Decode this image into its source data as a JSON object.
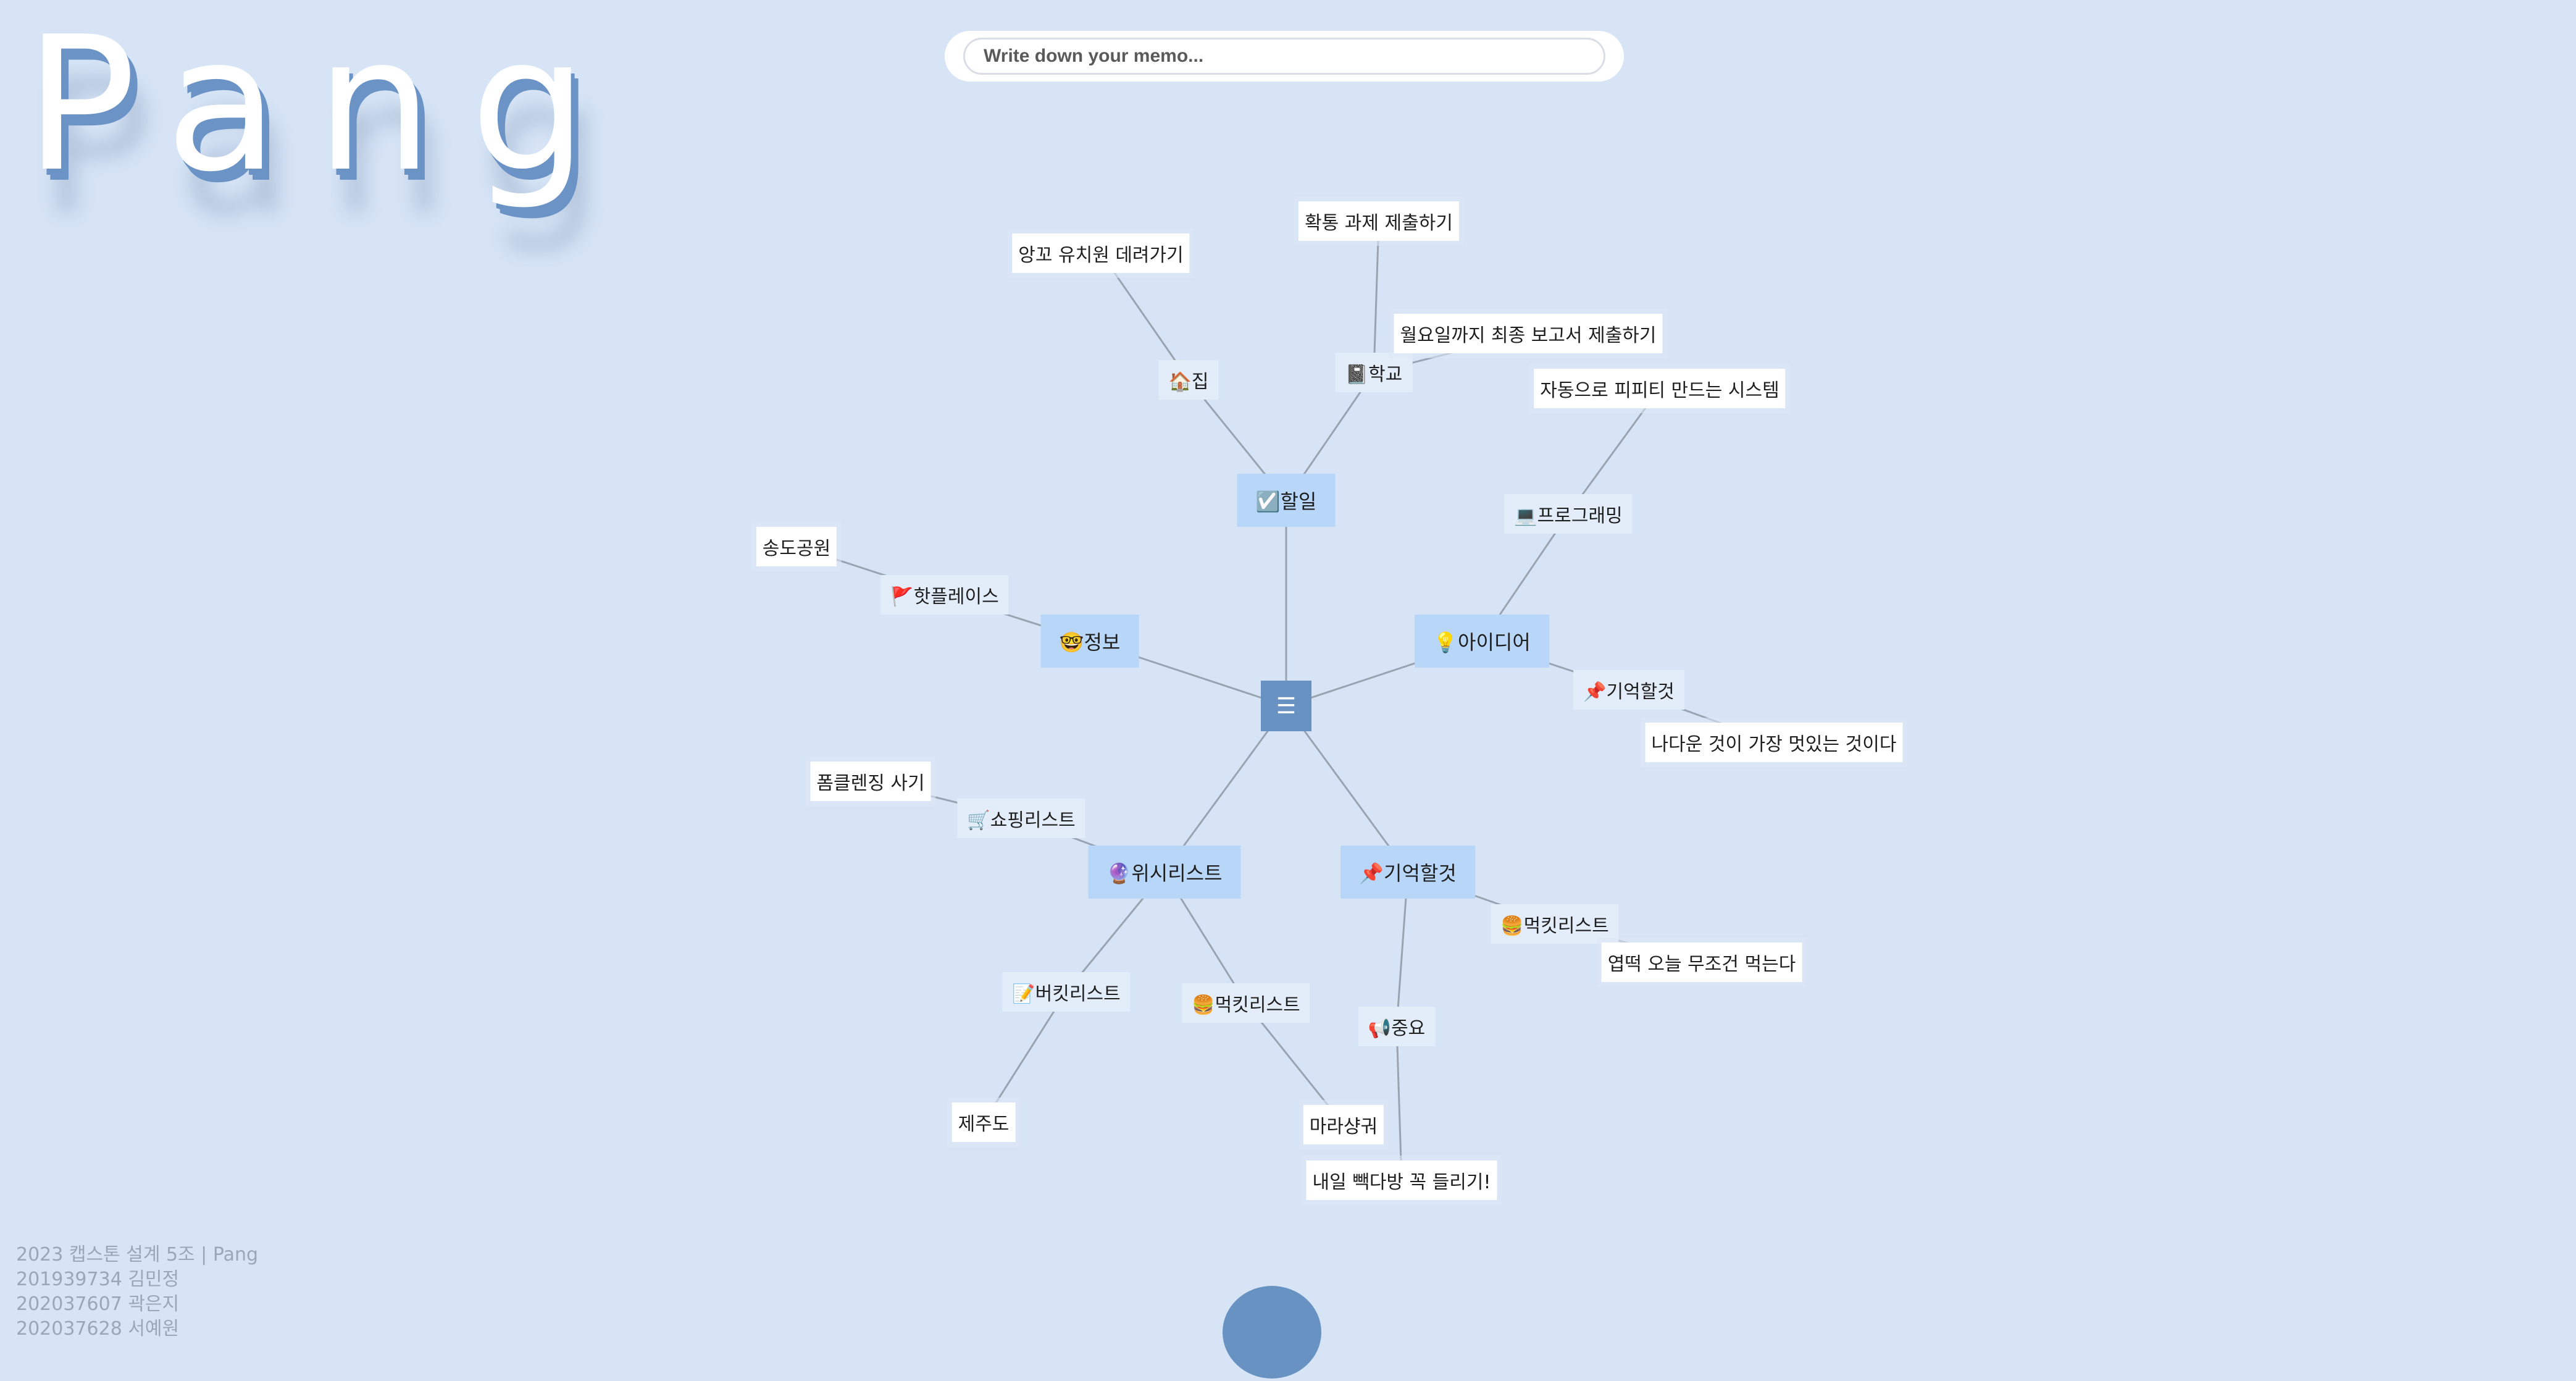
{
  "app": {
    "logo": "Pang",
    "memo_placeholder": "Write down your memo..."
  },
  "footer": {
    "lines": [
      "2023 캡스톤 설계 5조 | Pang",
      "201939734 김민정",
      "202037607 곽은지",
      "202037628 서예원"
    ]
  },
  "mindmap": {
    "root": {
      "icon": "menu-icon",
      "glyph": "☰"
    },
    "categories": [
      {
        "label": "☑️할일"
      },
      {
        "label": "💡아이디어"
      },
      {
        "label": "📌기억할것"
      },
      {
        "label": "🔮위시리스트"
      },
      {
        "label": "🤓정보"
      }
    ],
    "subnodes": [
      {
        "label": "🏠집"
      },
      {
        "label": "📓학교"
      },
      {
        "label": "💻프로그래밍"
      },
      {
        "label": "📌기억할것"
      },
      {
        "label": "🍔먹킷리스트"
      },
      {
        "label": "📢중요"
      },
      {
        "label": "🛒쇼핑리스트"
      },
      {
        "label": "📝버킷리스트"
      },
      {
        "label": "🍔먹킷리스트"
      },
      {
        "label": "🚩핫플레이스"
      }
    ],
    "leaves": [
      {
        "label": "앙꼬 유치원 데려가기"
      },
      {
        "label": "확통 과제 제출하기"
      },
      {
        "label": "월요일까지 최종 보고서 제출하기"
      },
      {
        "label": "자동으로 피피티 만드는 시스템"
      },
      {
        "label": "나다운 것이 가장 멋있는 것이다"
      },
      {
        "label": "엽떡 오늘 무조건 먹는다"
      },
      {
        "label": "내일 빽다방 꼭 들리기!"
      },
      {
        "label": "마라샹궈"
      },
      {
        "label": "제주도"
      },
      {
        "label": "폼클렌징 사기"
      },
      {
        "label": "송도공원"
      }
    ]
  }
}
